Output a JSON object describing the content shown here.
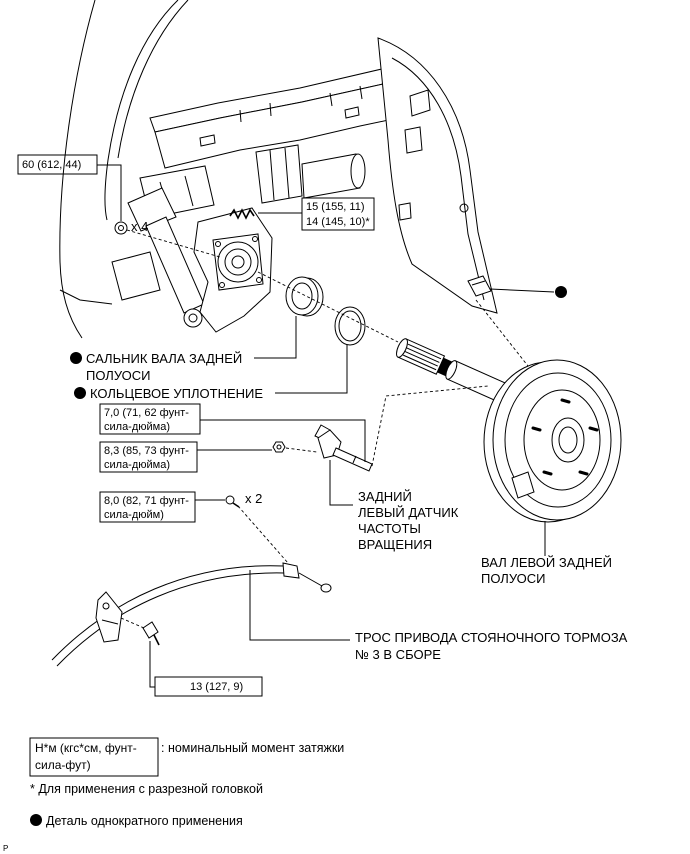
{
  "callouts": {
    "torque_60": "60 (612, 44)",
    "qty_x4": "x 4",
    "torque_15": "15 (155, 11)",
    "torque_14": "14 (145, 10)*",
    "torque_7_0": [
      "7,0 (71, 62 фунт-",
      "сила-дюйма)"
    ],
    "torque_8_3": [
      "8,3 (85, 73 фунт-",
      "сила-дюйма)"
    ],
    "torque_8_0": [
      "8,0 (82, 71 фунт-",
      "сила-дюйм)"
    ],
    "qty_x2": "x 2",
    "torque_13": "13 (127, 9)"
  },
  "parts": {
    "axle_oil_seal": [
      "САЛЬНИК ВАЛА ЗАДНЕЙ",
      "ПОЛУОСИ"
    ],
    "o_ring": "КОЛЬЦЕВОЕ УПЛОТНЕНИЕ",
    "speed_sensor": [
      "ЗАДНИЙ",
      "ЛЕВЫЙ ДАТЧИК",
      "ЧАСТОТЫ",
      "ВРАЩЕНИЯ"
    ],
    "axle_shaft": [
      "ВАЛ ЛЕВОЙ ЗАДНЕЙ",
      "ПОЛУОСИ"
    ],
    "parking_brake_cable": [
      "ТРОС ПРИВОДА СТОЯНОЧНОГО ТОРМОЗА",
      "№ 3 В СБОРЕ"
    ]
  },
  "legend": {
    "unit_box": [
      "Н*м (кгс*см, фунт-",
      "сила-фут)"
    ],
    "unit_desc": ": номинальный момент затяжки",
    "footnote": "* Для применения с разрезной головкой",
    "non_reusable": "Деталь однократного применения",
    "non_reusable_icon": "filled-circle-icon"
  },
  "figure_code": "P"
}
